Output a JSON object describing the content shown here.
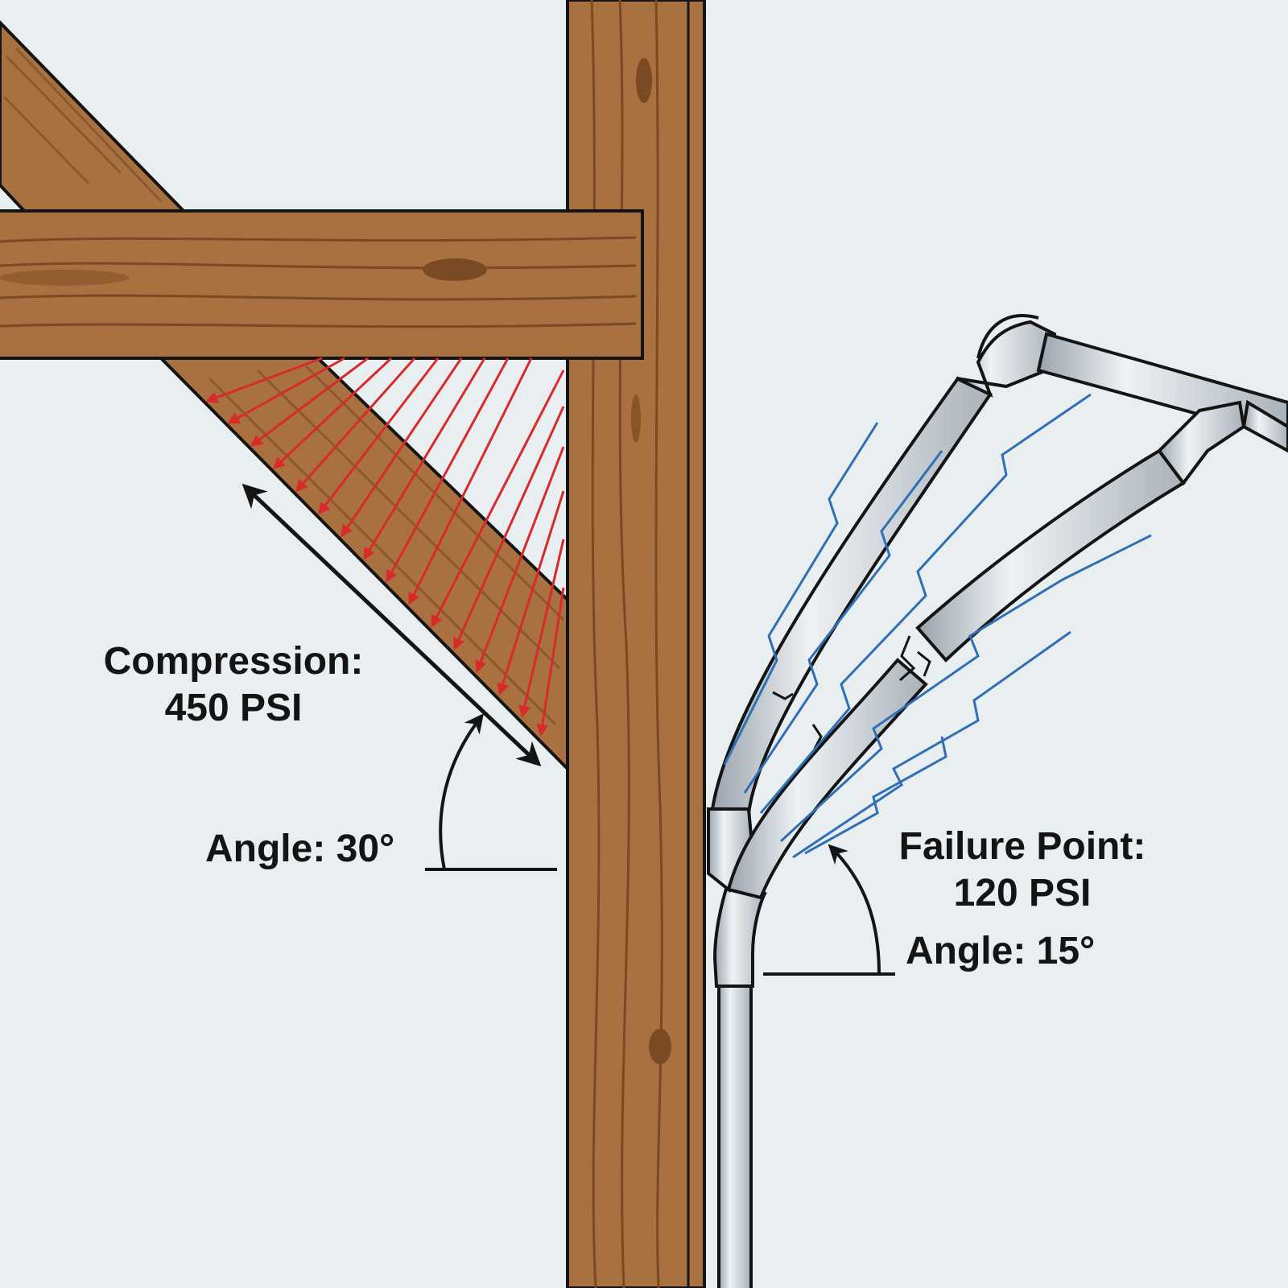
{
  "labels": {
    "compression_title": "Compression:",
    "compression_value": "450 PSI",
    "angle_left": "Angle: 30°",
    "failure_title": "Failure Point:",
    "failure_value": "120 PSI",
    "angle_right": "Angle: 15°"
  },
  "colors": {
    "background": "#e9eef1",
    "wood": "#a8713f",
    "wood_dark": "#7a4a24",
    "compression_arrows": "#d82a2a",
    "stress_lines": "#2f6fb3",
    "pipe": "#cfd6dc",
    "outline": "#141414"
  },
  "icons": {
    "dimension_arrow": "double-headed-arrow-icon",
    "angle_arc": "curved-angle-arrow-icon",
    "fracture": "crack-icon"
  }
}
